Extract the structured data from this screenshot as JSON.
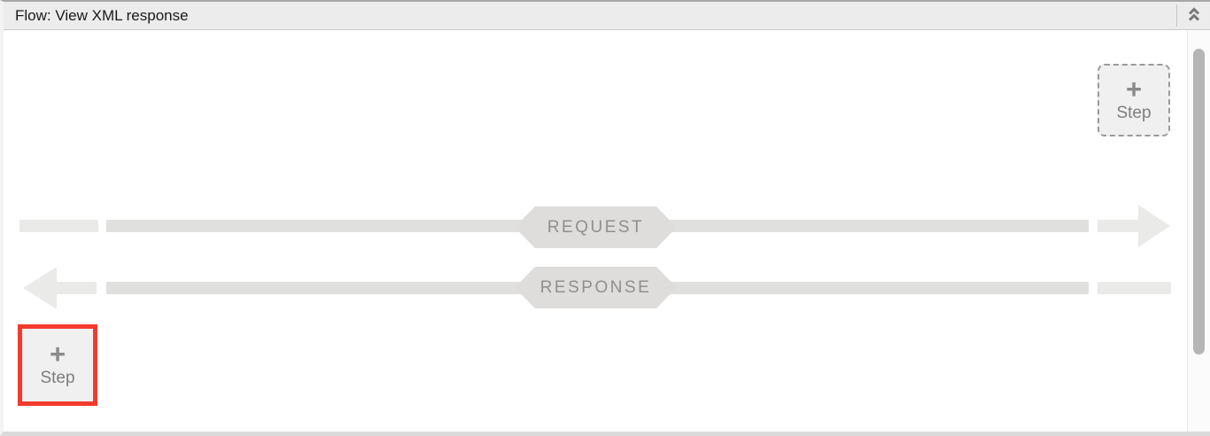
{
  "header": {
    "title": "Flow: View XML response"
  },
  "flow": {
    "request": {
      "label": "REQUEST"
    },
    "response": {
      "label": "RESPONSE"
    }
  },
  "buttons": {
    "add_step_top": {
      "plus": "+",
      "label": "Step"
    },
    "add_step_bottom": {
      "plus": "+",
      "label": "Step"
    }
  },
  "colors": {
    "highlight_red": "#F23B2E",
    "bar_gray": "#E0E0DF",
    "bar_light_gray": "#EAEAE9",
    "banner_gray": "#DEDDDC",
    "label_gray": "#8F8F8F"
  }
}
